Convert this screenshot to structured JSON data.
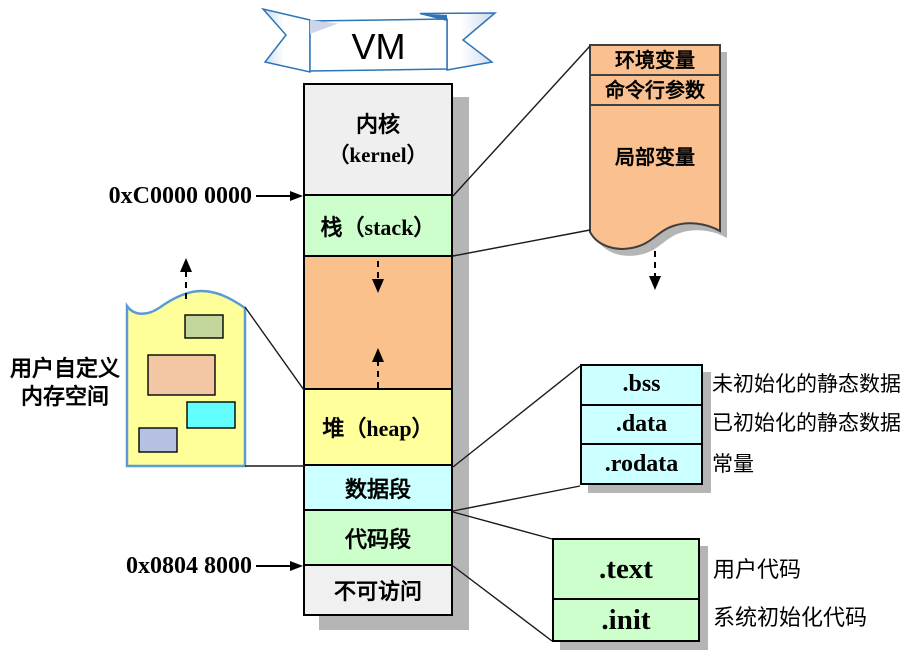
{
  "banner": {
    "title": "VM"
  },
  "addresses": {
    "kernel_boundary": "0xC0000 0000",
    "code_start": "0x0804 8000"
  },
  "cloud": {
    "label_line1": "用户自定义",
    "label_line2": "内存空间"
  },
  "column": {
    "kernel_line1": "内核",
    "kernel_line2": "（kernel）",
    "stack": "栈（stack）",
    "heap": "堆（heap）",
    "data_segment": "数据段",
    "code_segment": "代码段",
    "no_access": "不可访问"
  },
  "stack_detail": {
    "row1": "环境变量",
    "row2": "命令行参数",
    "row3": "局部变量"
  },
  "data_detail": {
    "rows": [
      {
        "name": ".bss",
        "desc": "未初始化的静态数据"
      },
      {
        "name": ".data",
        "desc": "已初始化的静态数据"
      },
      {
        "name": ".rodata",
        "desc": "常量"
      }
    ]
  },
  "code_detail": {
    "rows": [
      {
        "name": ".text",
        "desc": "用户代码"
      },
      {
        "name": ".init",
        "desc": "系统初始化代码"
      }
    ]
  },
  "colors": {
    "kernel_bg": "#efefef",
    "stack_bg": "#ccffcc",
    "gap_bg": "#fbc18d",
    "heap_bg": "#ffff9c",
    "data_bg": "#ccffff",
    "code_bg": "#ccffcc",
    "no_access_bg": "#f0f0f0",
    "detail_orange": "#fac090",
    "detail_cyan": "#ccffff",
    "detail_green": "#ccffcc",
    "cloud_fill": "#ffff99",
    "cloud_stroke": "#5b9bd5",
    "shadow": "#b5b5b5"
  }
}
